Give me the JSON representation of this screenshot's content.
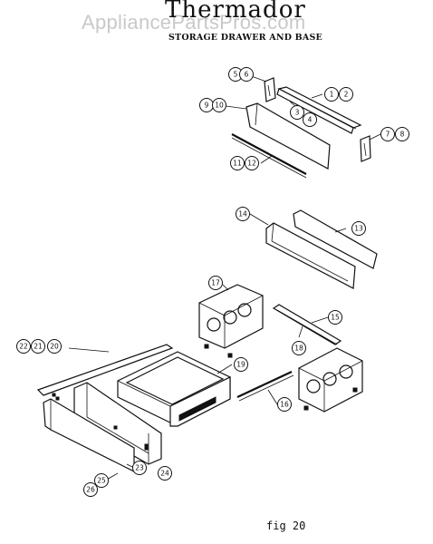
{
  "watermark": "AppliancePartsPros.com",
  "brand": "Thermador",
  "subtitle": "STORAGE DRAWER AND BASE",
  "figure_label": "fig 20",
  "callouts": [
    {
      "id": "c5",
      "label": "5"
    },
    {
      "id": "c6",
      "label": "6"
    },
    {
      "id": "c1",
      "label": "1"
    },
    {
      "id": "c2",
      "label": "2"
    },
    {
      "id": "c9",
      "label": "9"
    },
    {
      "id": "c10",
      "label": "10"
    },
    {
      "id": "c3",
      "label": "3"
    },
    {
      "id": "c4",
      "label": "4"
    },
    {
      "id": "c7",
      "label": "7"
    },
    {
      "id": "c8",
      "label": "8"
    },
    {
      "id": "c11",
      "label": "11"
    },
    {
      "id": "c12",
      "label": "12"
    },
    {
      "id": "c14",
      "label": "14"
    },
    {
      "id": "c13",
      "label": "13"
    },
    {
      "id": "c17",
      "label": "17"
    },
    {
      "id": "c15",
      "label": "15"
    },
    {
      "id": "c18",
      "label": "18"
    },
    {
      "id": "c22",
      "label": "22"
    },
    {
      "id": "c21",
      "label": "21"
    },
    {
      "id": "c20",
      "label": "20"
    },
    {
      "id": "c19",
      "label": "19"
    },
    {
      "id": "c16",
      "label": "16"
    },
    {
      "id": "c23",
      "label": "23"
    },
    {
      "id": "c24",
      "label": "24"
    },
    {
      "id": "c25",
      "label": "25"
    },
    {
      "id": "c26",
      "label": "26"
    }
  ]
}
